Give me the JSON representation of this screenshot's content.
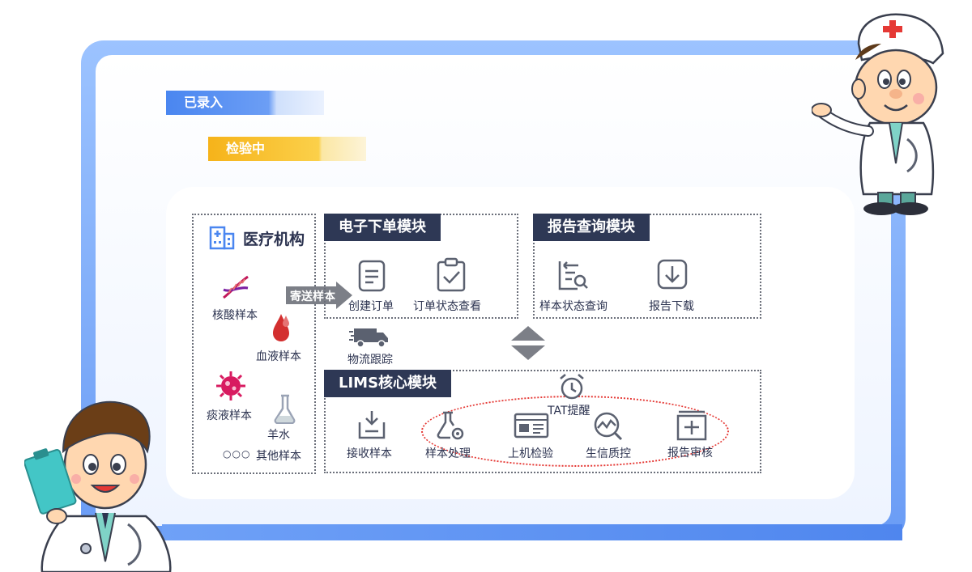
{
  "status": {
    "entered": "已录入",
    "testing": "检验中"
  },
  "institution": {
    "title": "医疗机构",
    "samples": {
      "nucleic": "核酸样本",
      "blood": "血液样本",
      "sputum": "痰液样本",
      "amniotic": "羊水",
      "ellipsis": "○○○",
      "other": "其他样本"
    }
  },
  "send_label": "寄送样本",
  "logistics": "物流跟踪",
  "order_module": {
    "title": "电子下单模块",
    "items": [
      "创建订单",
      "订单状态查看"
    ]
  },
  "report_module": {
    "title": "报告查询模块",
    "items": [
      "样本状态查询",
      "报告下载"
    ]
  },
  "lims_module": {
    "title": "LIMS核心模块",
    "tat": "TAT提醒",
    "items": [
      "接收样本",
      "样本处理",
      "上机检验",
      "生信质控",
      "报告审核"
    ]
  },
  "colors": {
    "frame": "#6a9cf5",
    "header": "#2e3855",
    "accent_red": "#e53935",
    "accent_yellow": "#f6b31a"
  }
}
